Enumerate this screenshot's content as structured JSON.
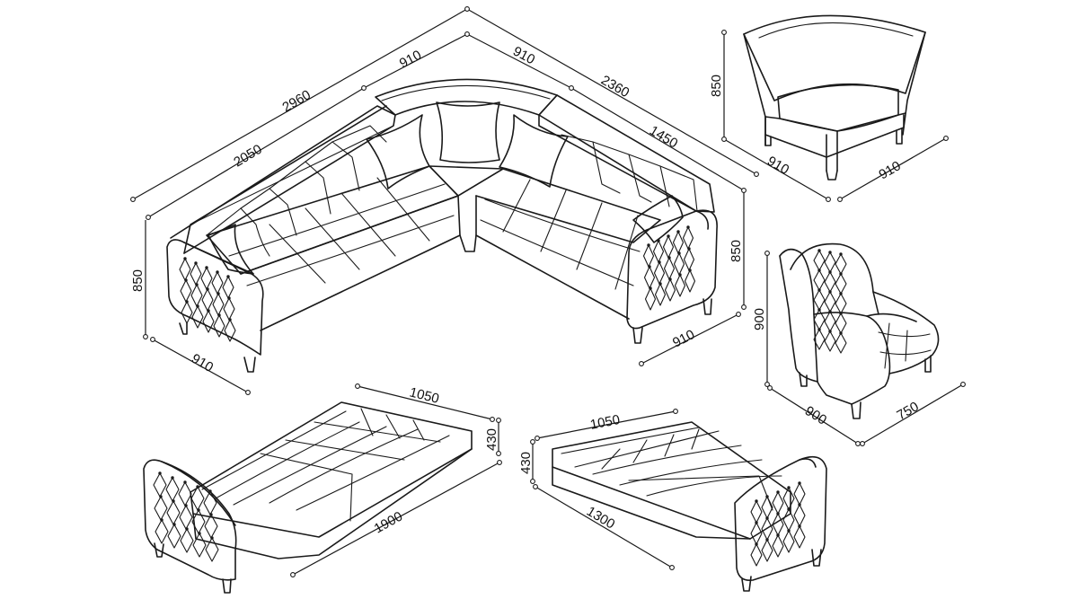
{
  "diagram": {
    "corner_sofa": {
      "dimensions": [
        "2960",
        "910",
        "910",
        "2360",
        "2050",
        "1450",
        "850",
        "850",
        "910",
        "910"
      ]
    },
    "corner_chair": {
      "dimensions": [
        "850",
        "910",
        "910"
      ]
    },
    "armchair": {
      "dimensions": [
        "900",
        "900",
        "750"
      ]
    },
    "sofa_bed_left": {
      "dimensions": [
        "1050",
        "430",
        "1900"
      ]
    },
    "sofa_bed_right": {
      "dimensions": [
        "1050",
        "430",
        "1300"
      ]
    }
  }
}
